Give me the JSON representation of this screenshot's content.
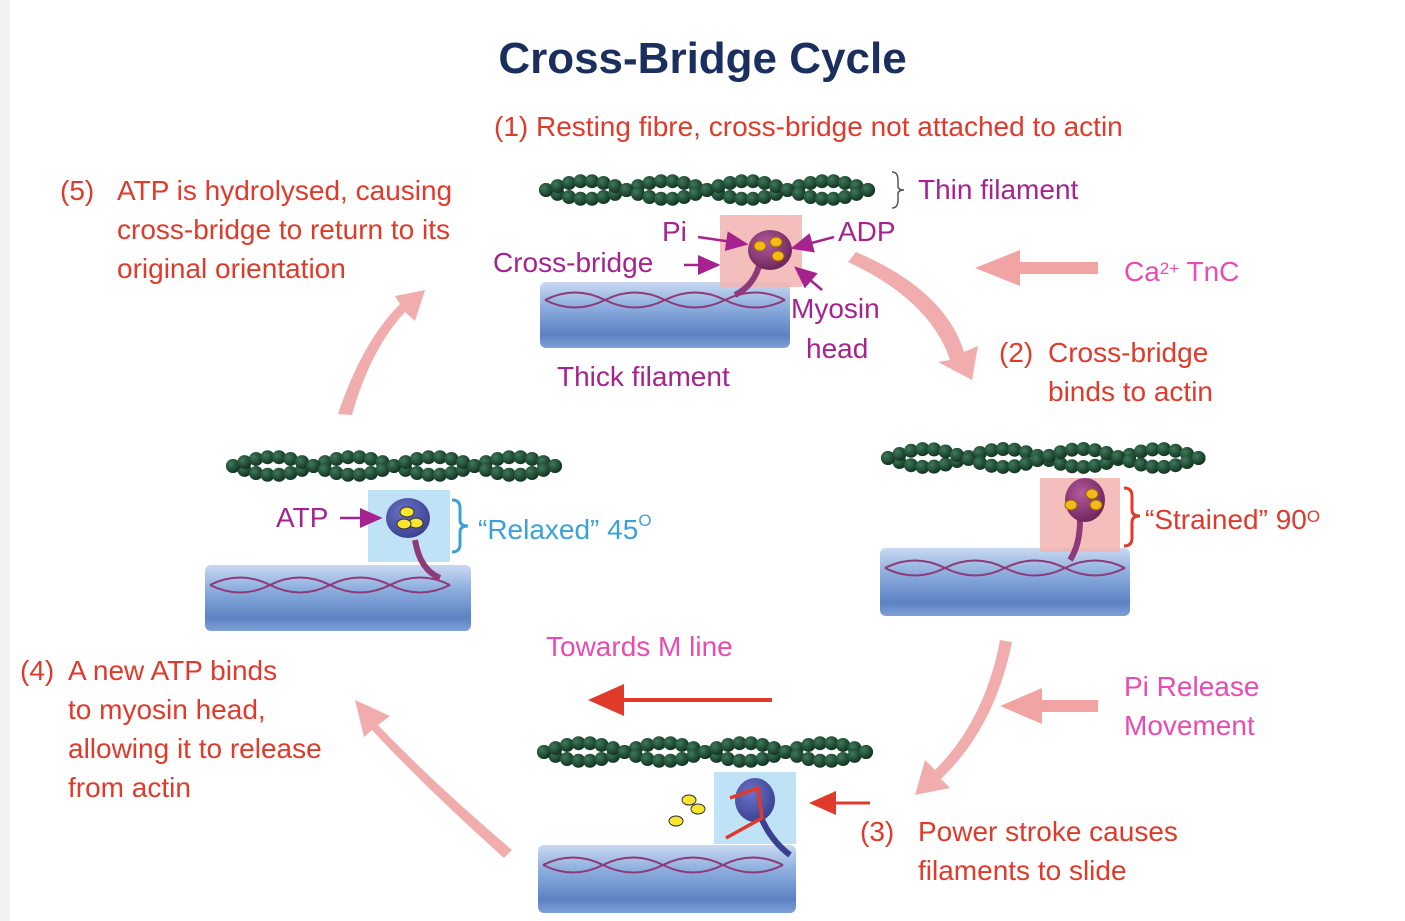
{
  "title": "Cross-Bridge Cycle",
  "steps": {
    "s1": "(1) Resting fibre, cross-bridge not attached to actin",
    "s2_num": "(2)",
    "s2_l1": "Cross-bridge",
    "s2_l2": "binds  to actin",
    "s3_num": "(3)",
    "s3_l1": "Power stroke causes",
    "s3_l2": "filaments to slide",
    "s4_num": "(4)",
    "s4_l1": "A new ATP binds",
    "s4_l2": "to myosin head,",
    "s4_l3": "allowing it to release",
    "s4_l4": "from actin",
    "s5_num": "(5)",
    "s5_l1": "ATP is hydrolysed, causing",
    "s5_l2": "cross-bridge to return to its",
    "s5_l3": "original orientation"
  },
  "labels": {
    "thin_filament": "Thin filament",
    "thick_filament": "Thick filament",
    "pi": "Pi",
    "adp": "ADP",
    "cross_bridge": "Cross-bridge",
    "myosin_l1": "Myosin",
    "myosin_l2": "head",
    "atp": "ATP",
    "ca_prefix": "Ca",
    "ca_sup": "2+",
    "ca_suffix": " TnC",
    "relaxed": "“Relaxed” 45",
    "relaxed_sup": "O",
    "strained": "“Strained” 90",
    "strained_sup": "O",
    "towards_m": "Towards M line",
    "pi_release_l1": "Pi Release",
    "pi_release_l2": "Movement"
  },
  "colors": {
    "title": "#1b2f5e",
    "step_text": "#e03a2a",
    "label_purple": "#a6238f",
    "pink_text": "#e94bb3",
    "relaxed_blue": "#3aa2d9",
    "cycle_arrow": "#f0a4a4",
    "actin_bead": "#1f4a33",
    "myosin": "#8e3a78",
    "thick_filament": "#8fb0df"
  }
}
